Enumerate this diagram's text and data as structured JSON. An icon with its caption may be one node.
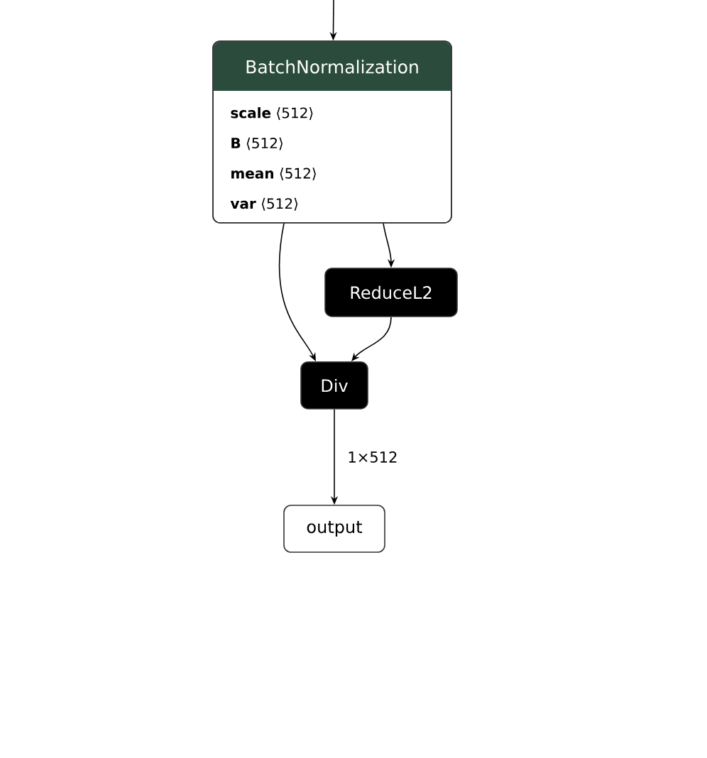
{
  "diagram": {
    "nodes": [
      {
        "text": [
          "BatchNormalization",
          "**scale** ⟨512⟩",
          "**B** ⟨512⟩",
          "**mean** ⟨512⟩",
          "**var** ⟨512⟩"
        ]
      },
      {
        "text": [
          "ReduceL2"
        ]
      },
      {
        "text": [
          "Div"
        ]
      },
      {
        "text": [
          "output"
        ]
      }
    ],
    "edges": [
      {
        "from": null,
        "to": 0,
        "arrow": "to"
      },
      {
        "from": 0,
        "to": 2,
        "arrow": "to"
      },
      {
        "from": 0,
        "to": 1,
        "arrow": "to"
      },
      {
        "from": 1,
        "to": 2,
        "arrow": "to"
      },
      {
        "from": 2,
        "to": 3,
        "arrow": "to",
        "label": "1×512"
      }
    ]
  }
}
